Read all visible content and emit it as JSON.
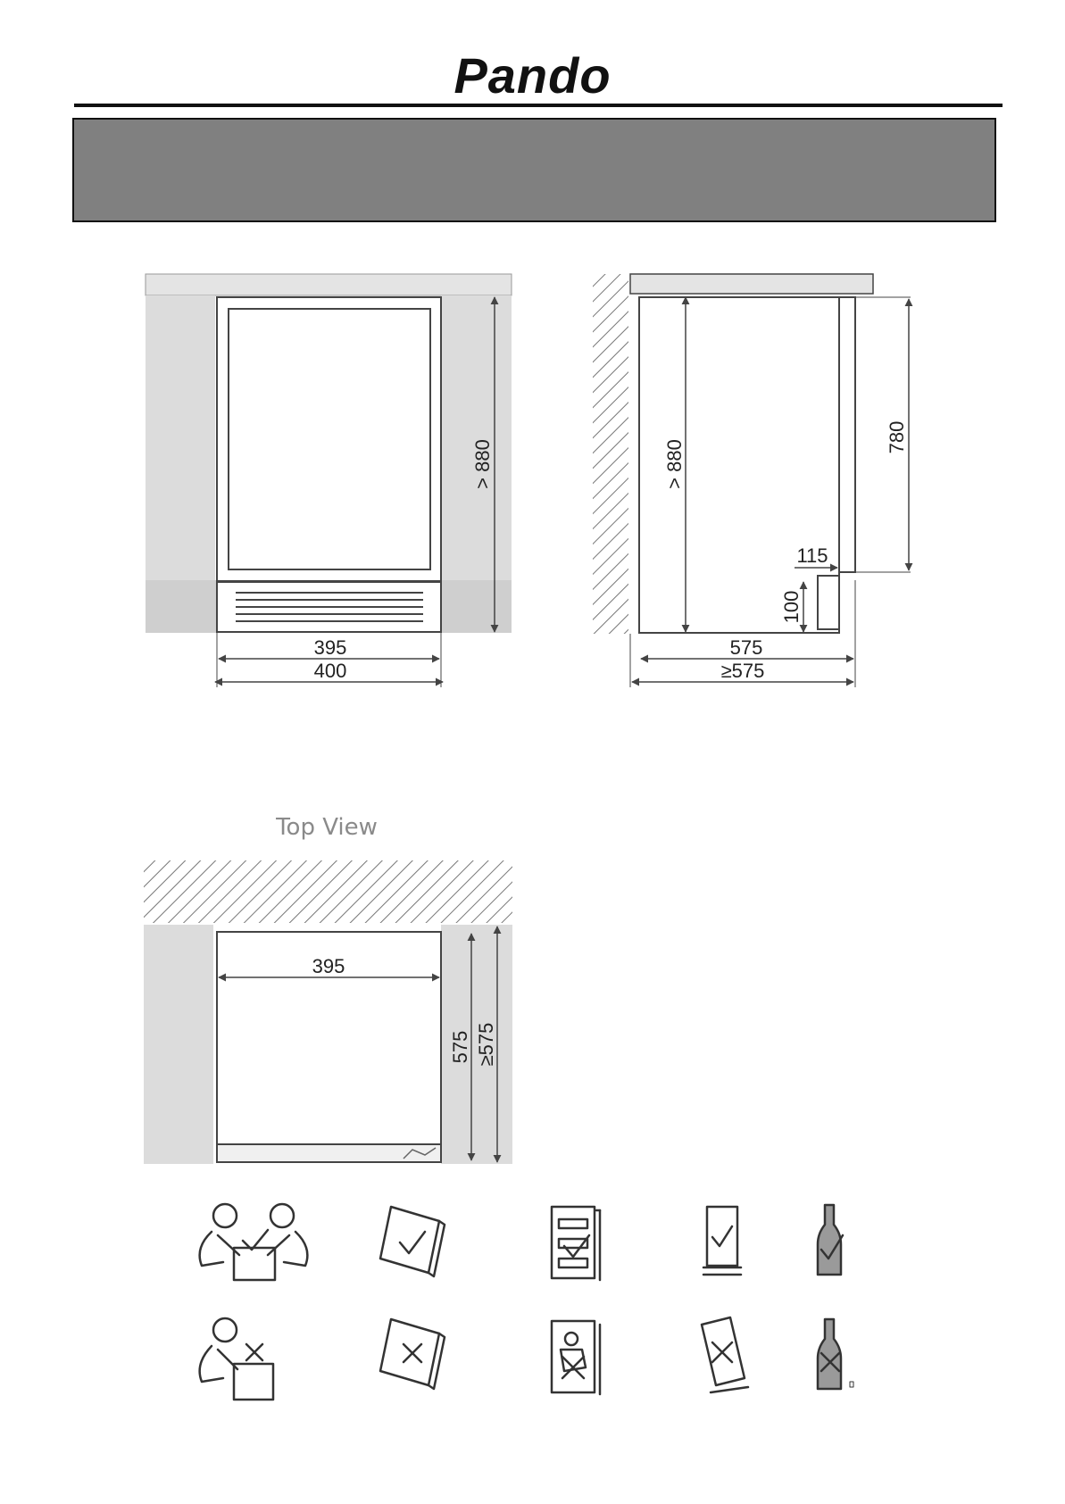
{
  "brand": {
    "name": "Pando"
  },
  "header_band": {
    "text": ""
  },
  "front_view": {
    "height_label": "> 880",
    "inner_width_label": "395",
    "outer_width_label": "400"
  },
  "side_view": {
    "height_label": "> 880",
    "door_height_label": "780",
    "top_gap_label": "115",
    "plinth_label": "100",
    "depth_label": "575",
    "niche_depth_label": "≥575"
  },
  "top_view": {
    "title": "Top View",
    "width_label": "395",
    "depth_label": "575",
    "niche_depth_label": "≥575"
  },
  "icons": {
    "do": [
      "two-person-lift-check-icon",
      "manual-check-icon",
      "shelves-check-icon",
      "upright-cabinet-check-icon",
      "bottle-check-icon"
    ],
    "dont": [
      "one-person-lift-cross-icon",
      "manual-cross-icon",
      "overload-cross-icon",
      "tilted-cabinet-cross-icon",
      "bottle-cross-icon"
    ]
  },
  "colors": {
    "header_band": "#808080",
    "wall_panel": "#dcdcdc",
    "line": "#444444"
  }
}
